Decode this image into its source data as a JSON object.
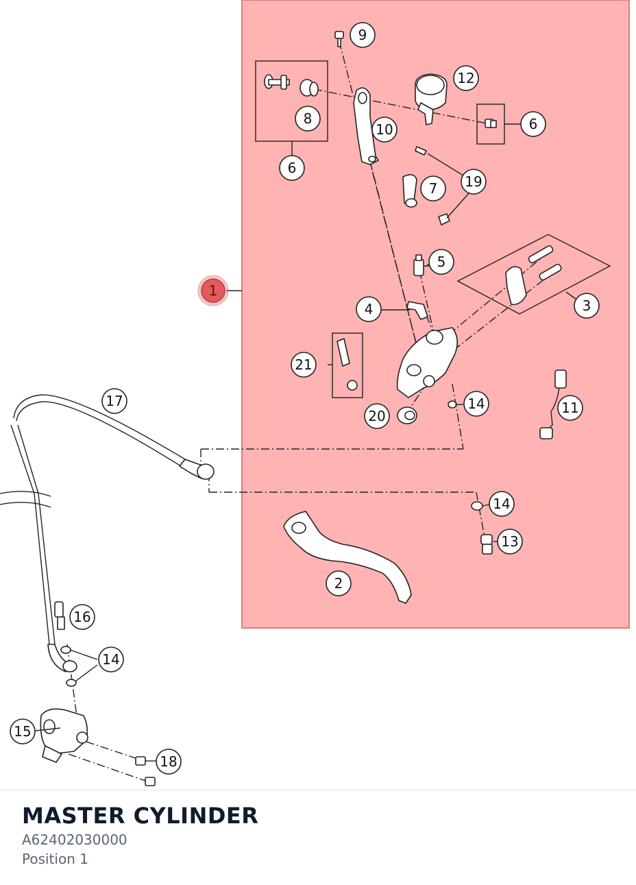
{
  "assembly": {
    "title": "MASTER CYLINDER",
    "part_number": "A62402030000",
    "position_label": "Position 1"
  },
  "highlight": {
    "label": "1",
    "color": "#ff6b6b"
  },
  "callouts": {
    "c2": "2",
    "c3": "3",
    "c4": "4",
    "c5": "5",
    "c6a": "6",
    "c6b": "6",
    "c7": "7",
    "c8": "8",
    "c9": "9",
    "c10": "10",
    "c11": "11",
    "c12": "12",
    "c13": "13",
    "c14a": "14",
    "c14b": "14",
    "c14c": "14",
    "c15": "15",
    "c16": "16",
    "c17": "17",
    "c18": "18",
    "c19": "19",
    "c20": "20",
    "c21": "21"
  }
}
